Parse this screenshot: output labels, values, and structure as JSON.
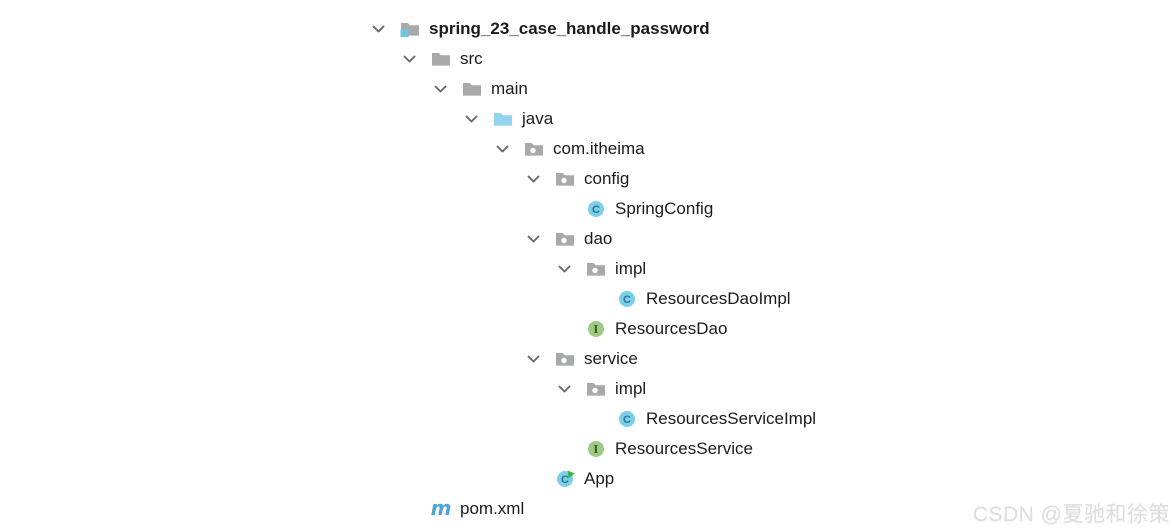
{
  "colors": {
    "chevron": "#64696d",
    "folder": "#a7a9ab",
    "source_folder": "#93d4ec",
    "project_badge": "#6ec6e3",
    "package_dot": "#ffffff",
    "class_fill": "#7ccfe9",
    "class_letter": "#2c7390",
    "interface_fill": "#9cca82",
    "interface_letter": "#3f5d33",
    "run_arrow": "#3db54a",
    "maven": "#4aa8d8",
    "text": "#1b1b1b",
    "watermark": "#dedede"
  },
  "tree": {
    "nodes": [
      {
        "label": "spring_23_case_handle_password",
        "depth": 0,
        "icon": "project-folder",
        "expanded": true,
        "bold": true
      },
      {
        "label": "src",
        "depth": 1,
        "icon": "folder",
        "expanded": true
      },
      {
        "label": "main",
        "depth": 2,
        "icon": "folder",
        "expanded": true
      },
      {
        "label": "java",
        "depth": 3,
        "icon": "source-folder",
        "expanded": true
      },
      {
        "label": "com.itheima",
        "depth": 4,
        "icon": "package",
        "expanded": true
      },
      {
        "label": "config",
        "depth": 5,
        "icon": "package",
        "expanded": true
      },
      {
        "label": "SpringConfig",
        "depth": 6,
        "icon": "class"
      },
      {
        "label": "dao",
        "depth": 5,
        "icon": "package",
        "expanded": true
      },
      {
        "label": "impl",
        "depth": 6,
        "icon": "package",
        "expanded": true
      },
      {
        "label": "ResourcesDaoImpl",
        "depth": 7,
        "icon": "class"
      },
      {
        "label": "ResourcesDao",
        "depth": 6,
        "icon": "interface"
      },
      {
        "label": "service",
        "depth": 5,
        "icon": "package",
        "expanded": true
      },
      {
        "label": "impl",
        "depth": 6,
        "icon": "package",
        "expanded": true
      },
      {
        "label": "ResourcesServiceImpl",
        "depth": 7,
        "icon": "class"
      },
      {
        "label": "ResourcesService",
        "depth": 6,
        "icon": "interface"
      },
      {
        "label": "App",
        "depth": 5,
        "icon": "main-class"
      },
      {
        "label": "pom.xml",
        "depth": 1,
        "icon": "maven"
      }
    ]
  },
  "watermark": {
    "text": "CSDN @夏驰和徐策"
  }
}
